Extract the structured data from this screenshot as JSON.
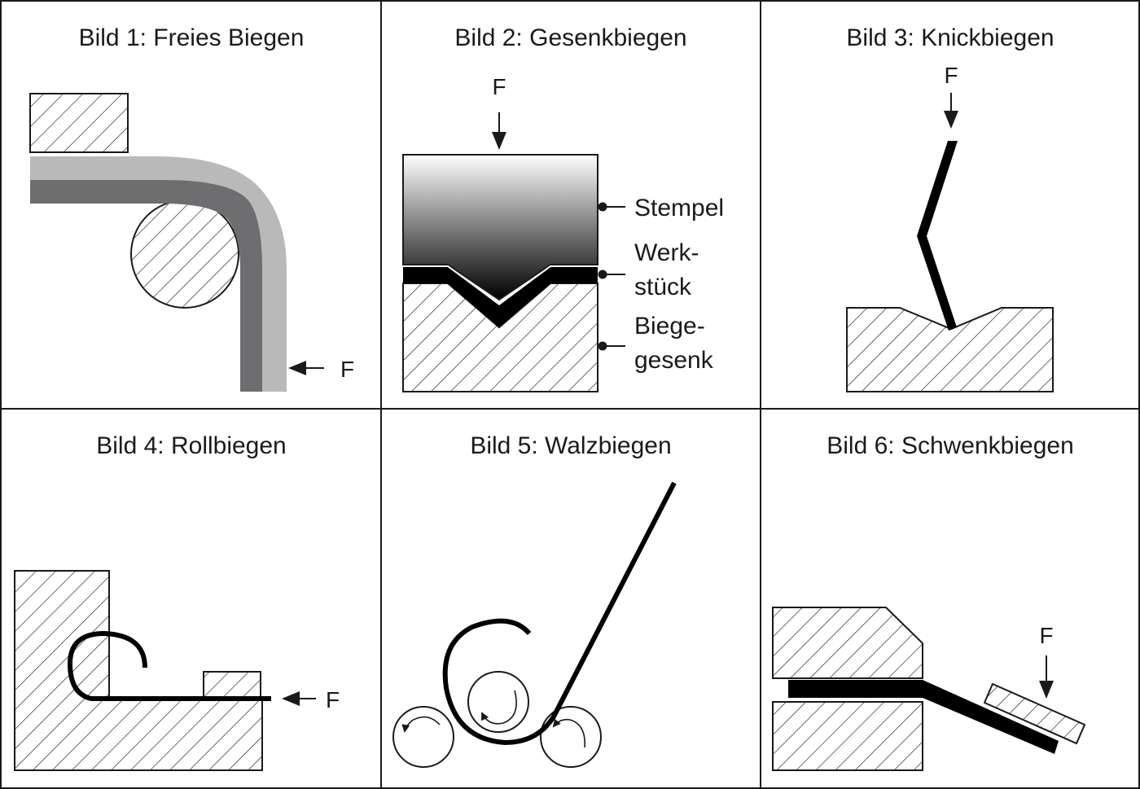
{
  "panels": [
    {
      "title": "Bild 1: Freies Biegen",
      "force_label": "F"
    },
    {
      "title": "Bild 2: Gesenkbiegen",
      "force_label": "F",
      "labels": {
        "stempel": "Stempel",
        "werkstueck_1": "Werk-",
        "werkstueck_2": "stück",
        "biegegesenk_1": "Biege-",
        "biegegesenk_2": "gesenk"
      }
    },
    {
      "title": "Bild 3: Knickbiegen",
      "force_label": "F"
    },
    {
      "title": "Bild 4: Rollbiegen",
      "force_label": "F"
    },
    {
      "title": "Bild 5: Walzbiegen"
    },
    {
      "title": "Bild 6: Schwenkbiegen",
      "force_label": "F"
    }
  ],
  "colors": {
    "ink": "#1a1a1a",
    "workpiece_light": "#b9b9b9",
    "workpiece_dark": "#6e6e70",
    "stamp_top": "#ffffff",
    "stamp_bottom": "#000000"
  }
}
